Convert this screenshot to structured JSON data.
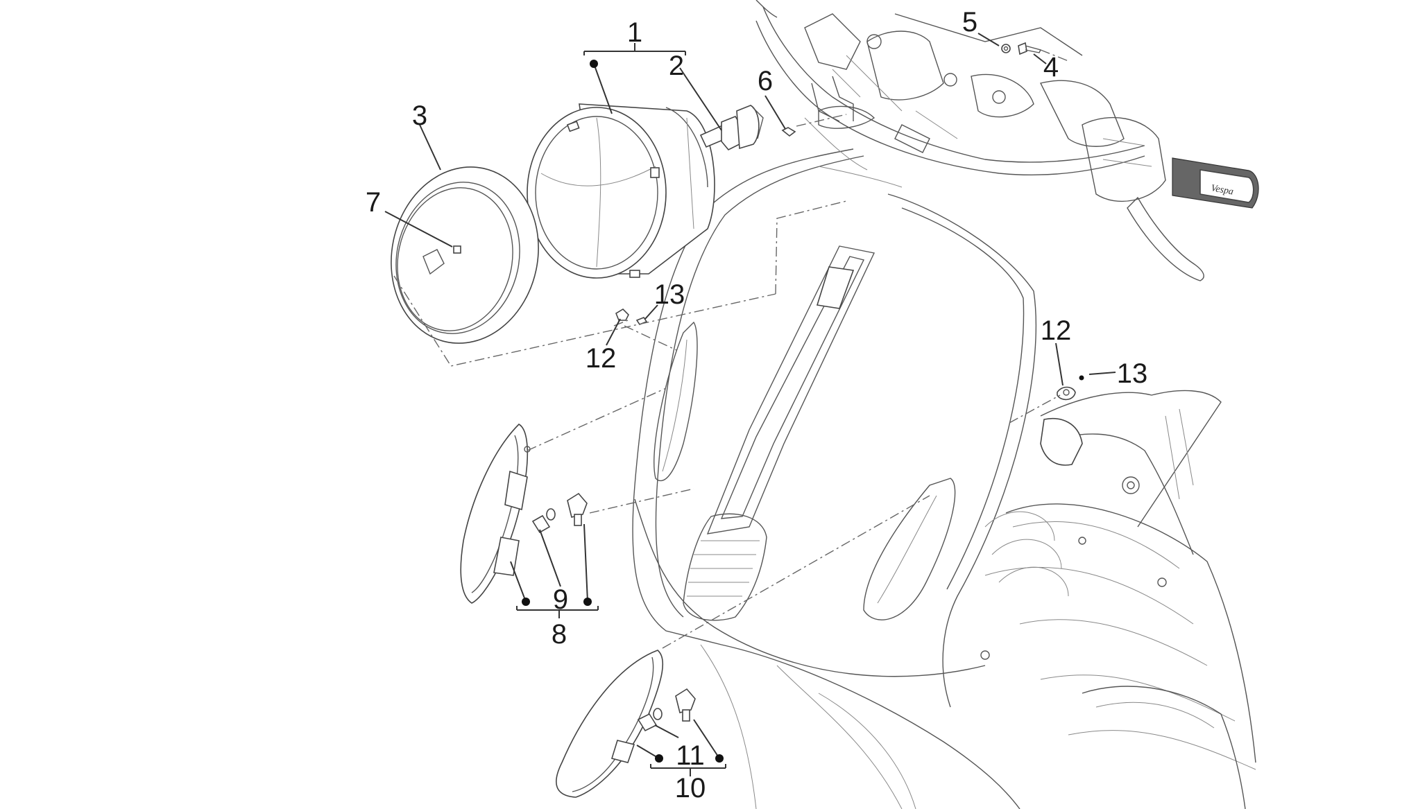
{
  "callouts": [
    {
      "id": "c1",
      "text": "1"
    },
    {
      "id": "c2",
      "text": "2"
    },
    {
      "id": "c3",
      "text": "3"
    },
    {
      "id": "c4",
      "text": "4"
    },
    {
      "id": "c5",
      "text": "5"
    },
    {
      "id": "c6",
      "text": "6"
    },
    {
      "id": "c7",
      "text": "7"
    },
    {
      "id": "c8",
      "text": "8"
    },
    {
      "id": "c9",
      "text": "9"
    },
    {
      "id": "c10",
      "text": "10"
    },
    {
      "id": "c11",
      "text": "11"
    },
    {
      "id": "c12a",
      "text": "12"
    },
    {
      "id": "c13a",
      "text": "13"
    },
    {
      "id": "c12b",
      "text": "12"
    },
    {
      "id": "c13b",
      "text": "13"
    }
  ],
  "grip_lettering": "Vespa"
}
